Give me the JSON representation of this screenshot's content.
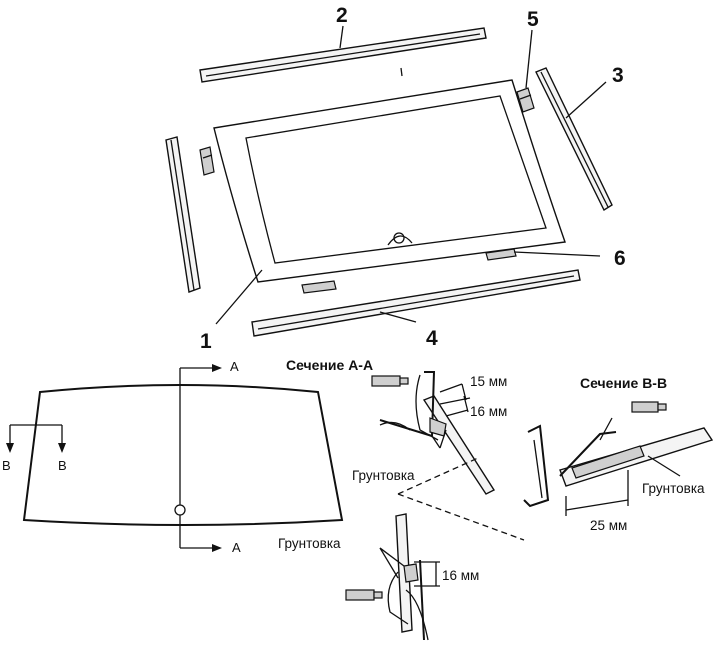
{
  "callouts": {
    "n1": "1",
    "n2": "2",
    "n3": "3",
    "n4": "4",
    "n5": "5",
    "n6": "6"
  },
  "section_labels": {
    "a_top": "A",
    "a_bottom": "A",
    "b_left": "B",
    "b_right": "B"
  },
  "section_aa": {
    "title": "Сечение А-А",
    "dim_15": "15 мм",
    "dim_16": "16 мм",
    "primer": "Грунтовка"
  },
  "section_bb": {
    "title": "Сечение В-В",
    "dim_25": "25 мм",
    "primer": "Грунтовка"
  },
  "section_lower": {
    "primer": "Грунтовка",
    "dim_16": "16 мм"
  }
}
